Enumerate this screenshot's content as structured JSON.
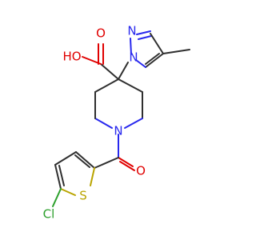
{
  "molecule": {
    "atoms": {
      "carboxyl_oxygen_top": "O",
      "hydroxyl": "HO",
      "pyrazole_n2": "N",
      "pyrazole_n1": "N",
      "piperidine_n": "N",
      "carbonyl_oxygen": "O",
      "thiophene_s": "S",
      "chlorine": "Cl"
    },
    "colors": {
      "carbon": "#2f2f2f",
      "oxygen": "#e00000",
      "nitrogen": "#2828ee",
      "sulfur": "#b9a400",
      "chlorine": "#2ca02c"
    }
  }
}
